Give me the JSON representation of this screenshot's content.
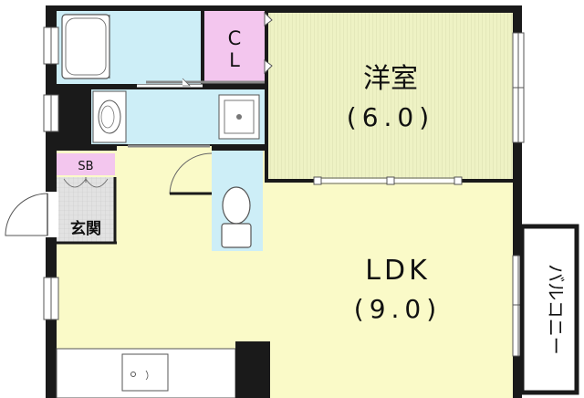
{
  "rooms": {
    "western_room": {
      "name": "洋室",
      "size": "(6.0)"
    },
    "ldk": {
      "name": "LDK",
      "size": "(9.0)"
    },
    "closet": {
      "line1": "C",
      "line2": "L"
    },
    "shoe_box": {
      "label": "SB"
    },
    "entrance": {
      "label": "玄関"
    },
    "balcony": {
      "label": "バルコニー"
    }
  },
  "colors": {
    "wall": "#1a1a1a",
    "ldk_floor": "#fafac8",
    "western_floor": "#eff2c6",
    "wet_area": "#cdeef7",
    "closet": "#f3c6ee",
    "entrance": "#dcdcdc"
  }
}
